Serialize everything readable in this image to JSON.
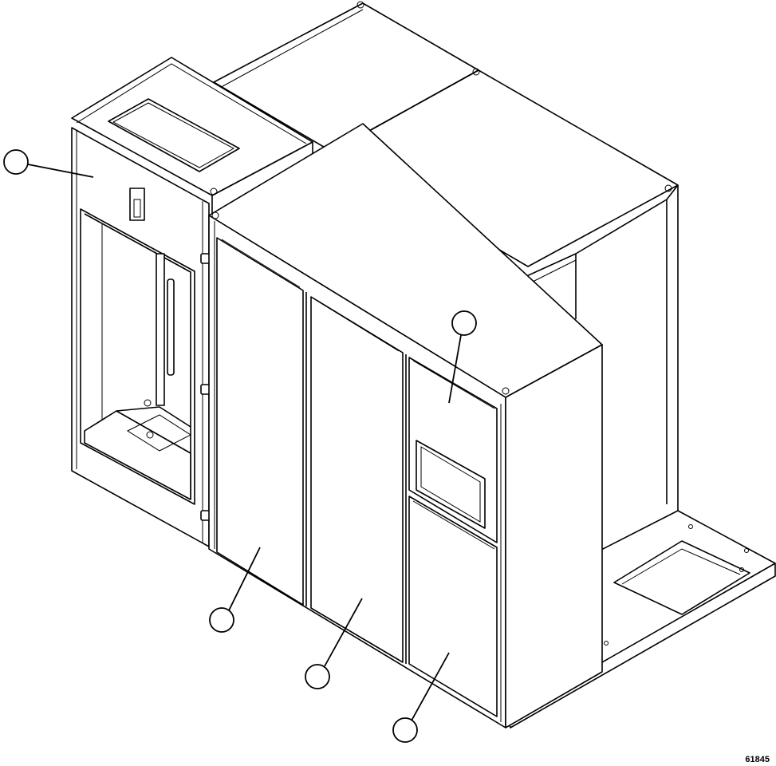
{
  "figure": {
    "id_label": "61845"
  },
  "callouts": [
    {
      "name": "callout-left-panel"
    },
    {
      "name": "callout-right-upper-panel"
    },
    {
      "name": "callout-front-left-panel"
    },
    {
      "name": "callout-front-center-panel"
    },
    {
      "name": "callout-front-right-lower-panel"
    }
  ],
  "colors": {
    "line": "#000000",
    "background": "#ffffff"
  }
}
